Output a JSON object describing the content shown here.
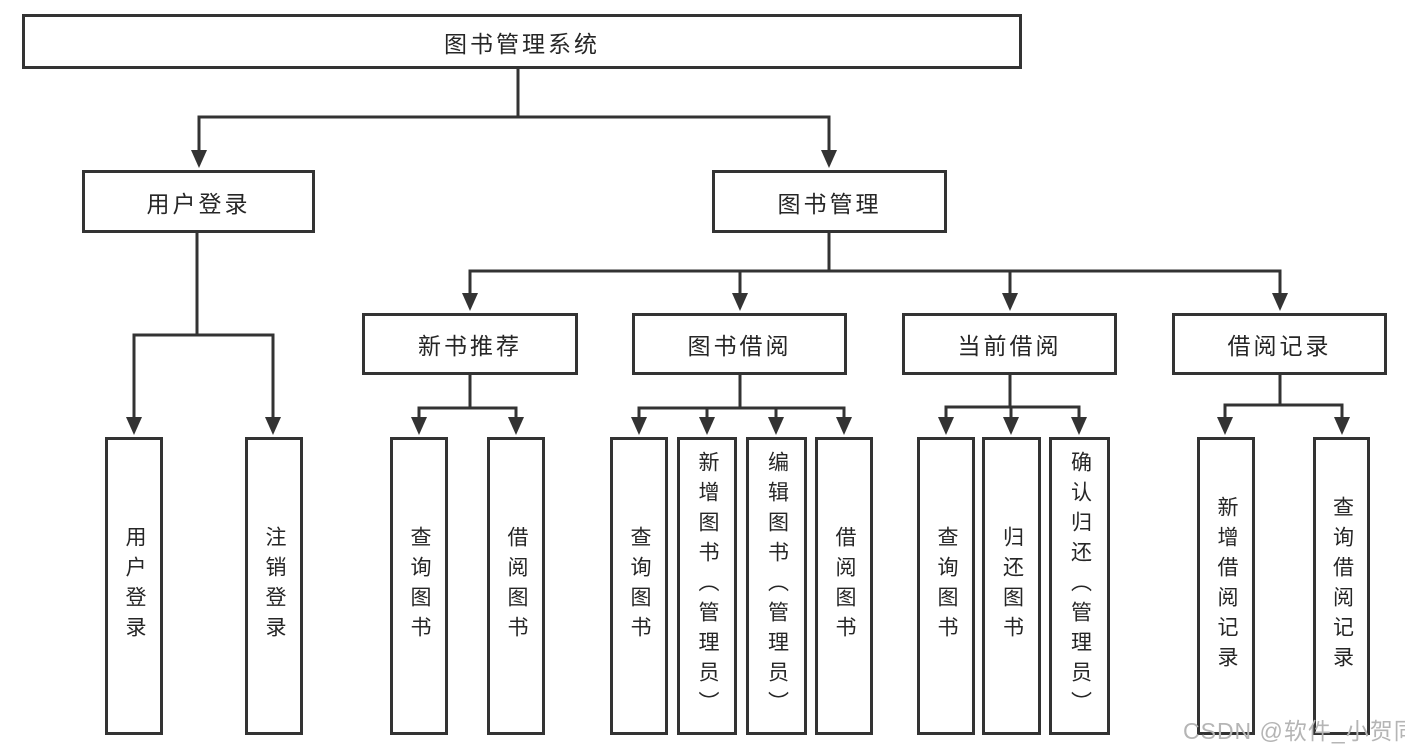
{
  "diagram": {
    "title_note": "functional decomposition diagram",
    "root": {
      "label": "图书管理系统"
    },
    "branches": [
      {
        "label": "用户登录",
        "children": [
          {
            "label": "用户登录"
          },
          {
            "label": "注销登录"
          }
        ]
      },
      {
        "label": "图书管理",
        "children": [
          {
            "label": "新书推荐",
            "children": [
              {
                "label": "查询图书"
              },
              {
                "label": "借阅图书"
              }
            ]
          },
          {
            "label": "图书借阅",
            "children": [
              {
                "label": "查询图书"
              },
              {
                "label": "新增图书（管理员）"
              },
              {
                "label": "编辑图书（管理员）"
              },
              {
                "label": "借阅图书"
              }
            ]
          },
          {
            "label": "当前借阅",
            "children": [
              {
                "label": "查询图书"
              },
              {
                "label": "归还图书"
              },
              {
                "label": "确认归还（管理员）"
              }
            ]
          },
          {
            "label": "借阅记录",
            "children": [
              {
                "label": "新增借阅记录"
              },
              {
                "label": "查询借阅记录"
              }
            ]
          }
        ]
      }
    ]
  },
  "watermark": {
    "text": "CSDN @软件_小贺同学"
  },
  "colors": {
    "line-color": "#333333",
    "text-color": "#262626",
    "watermark-color": "#b5b5b5",
    "bg-color": "#ffffff"
  }
}
